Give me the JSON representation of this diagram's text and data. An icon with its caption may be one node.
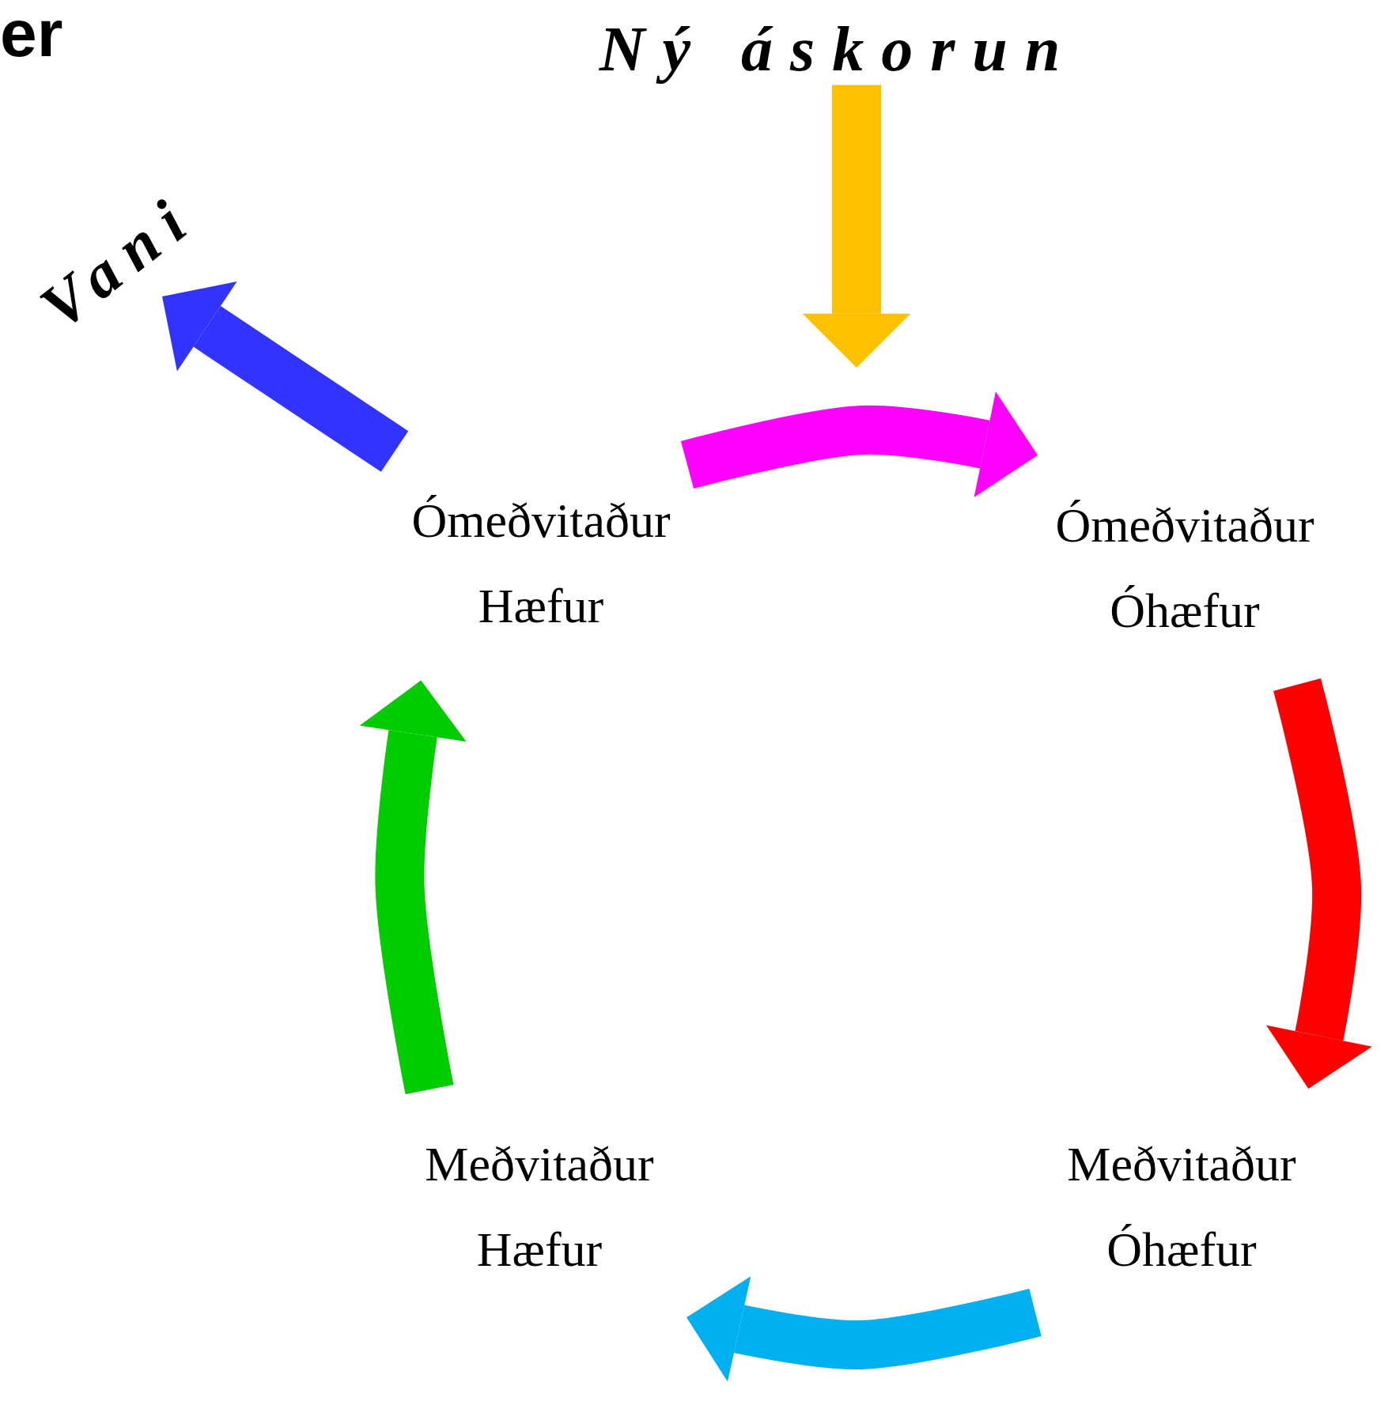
{
  "diagram": {
    "nodes": [
      {
        "text": [
          "Ný áskorun"
        ]
      },
      {
        "text": [
          "Vani"
        ]
      },
      {
        "text": [
          "Ómeðvitaður Hæfur"
        ]
      },
      {
        "text": [
          "Ómeðvitaður Óhæfur"
        ]
      },
      {
        "text": [
          "Meðvitaður Óhæfur"
        ]
      },
      {
        "text": [
          "Meðvitaður Hæfur"
        ]
      }
    ],
    "edges": [
      {
        "from": 0,
        "to": null,
        "arrow": "to",
        "color": "#ffc000"
      },
      {
        "from": 2,
        "to": 3,
        "arrow": "to",
        "color": "#ff00ff"
      },
      {
        "from": 3,
        "to": 4,
        "arrow": "to",
        "color": "#ff0000"
      },
      {
        "from": 4,
        "to": 5,
        "arrow": "to",
        "color": "#00b0f0"
      },
      {
        "from": 5,
        "to": 2,
        "arrow": "to",
        "color": "#00cc00"
      },
      {
        "from": 2,
        "to": 1,
        "arrow": "to",
        "color": "#3333ff"
      }
    ],
    "labels": [
      "er"
    ]
  }
}
